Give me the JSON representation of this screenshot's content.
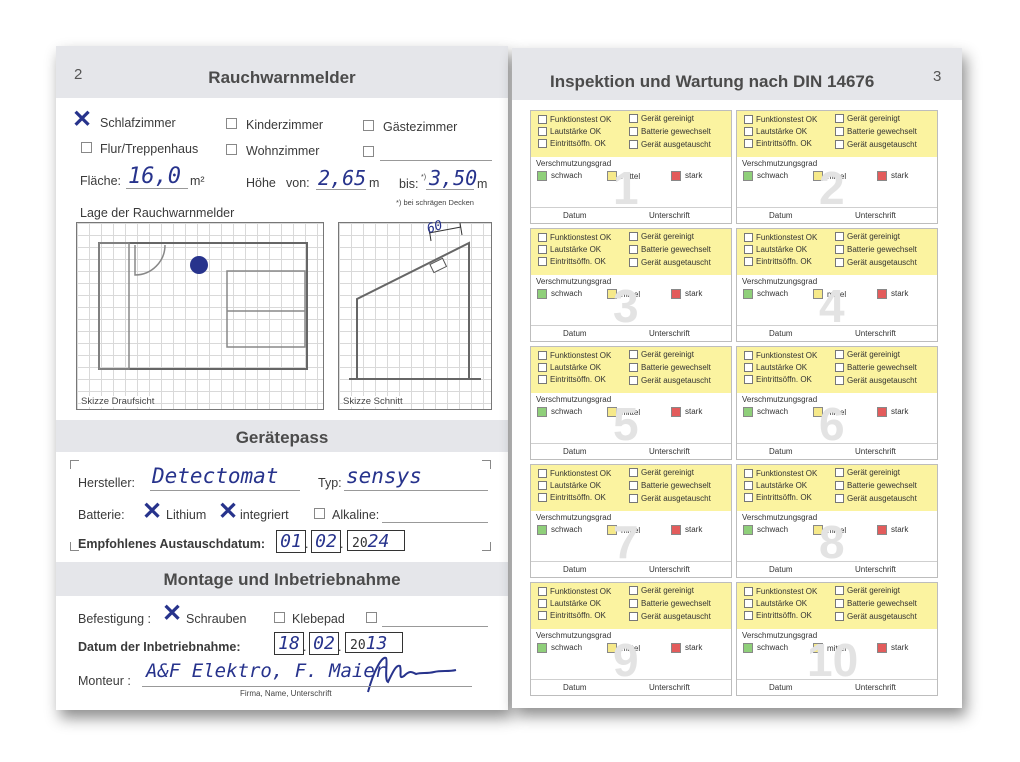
{
  "left": {
    "page_number": "2",
    "header_title": "Rauchwarnmelder",
    "rooms": [
      {
        "label": "Schlafzimmer",
        "checked": true
      },
      {
        "label": "Kinderzimmer",
        "checked": false
      },
      {
        "label": "Gästezimmer",
        "checked": false
      },
      {
        "label": "Flur/Treppenhaus",
        "checked": false
      },
      {
        "label": "Wohnzimmer",
        "checked": false
      },
      {
        "label": "",
        "checked": false
      }
    ],
    "area": {
      "label": "Fläche:",
      "value": "16,0",
      "unit": "m²"
    },
    "height": {
      "label": "Höhe",
      "from_label": "von:",
      "from_value": "2,65",
      "unit": "m",
      "to_label": "bis:",
      "to_marker": "*)",
      "to_value": "3,50",
      "to_unit": "m"
    },
    "footnote": "*) bei schrägen Decken",
    "location_title": "Lage der Rauchwarnmelder",
    "sketch_top_caption": "Skizze Draufsicht",
    "sketch_section_caption": "Skizze Schnitt",
    "sketch_section_dimension": "60",
    "device_title": "Gerätepass",
    "manufacturer": {
      "label": "Hersteller:",
      "value": "Detectomat"
    },
    "type": {
      "label": "Typ:",
      "value": "sensys"
    },
    "battery": {
      "label": "Batterie:",
      "options": [
        {
          "label": "Lithium",
          "checked": true
        },
        {
          "label": "integriert",
          "checked": true
        },
        {
          "label": "Alkaline:",
          "checked": false
        }
      ]
    },
    "replacement": {
      "label": "Empfohlenes Austauschdatum:",
      "day": "01",
      "month": "02",
      "century": "20",
      "year": "24"
    },
    "mounting_title": "Montage und Inbetriebnahme",
    "fixing": {
      "label": "Befestigung :",
      "options": [
        {
          "label": "Schrauben",
          "checked": true
        },
        {
          "label": "Klebepad",
          "checked": false
        },
        {
          "label": "",
          "checked": false
        }
      ]
    },
    "commissioning": {
      "label": "Datum der Inbetriebnahme:",
      "day": "18",
      "month": "02",
      "century": "20",
      "year": "13"
    },
    "installer": {
      "label": "Monteur :",
      "value": "A&F Elektro, F. Maier",
      "caption": "Firma, Name, Unterschrift"
    }
  },
  "right": {
    "page_number": "3",
    "header_title": "Inspektion und Wartung nach DIN 14676",
    "card_labels": {
      "functional_test": "Funktionstest OK",
      "volume": "Lautstärke OK",
      "entry_openings": "Eintrittsöffn. OK",
      "cleaned": "Gerät gereinigt",
      "battery_changed": "Batterie gewechselt",
      "device_replaced": "Gerät ausgetauscht",
      "pollution_degree": "Verschmutzungsgrad",
      "level_light": "schwach",
      "level_medium": "mittel",
      "level_heavy": "stark",
      "date": "Datum",
      "signature": "Unterschrift"
    },
    "cards": [
      "1",
      "2",
      "3",
      "4",
      "5",
      "6",
      "7",
      "8",
      "9",
      "10"
    ]
  },
  "colors": {
    "ink": "#27338c",
    "band": "#e5e6ea",
    "card_yellow": "#fbf3a0",
    "level_light": "#8fcf7a",
    "level_medium": "#f6e98a",
    "level_heavy": "#e35c5c"
  }
}
